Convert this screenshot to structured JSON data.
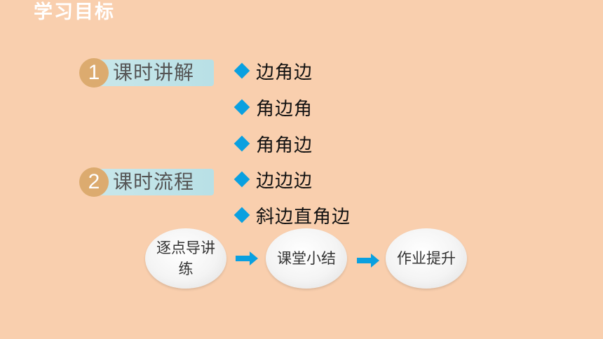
{
  "header": {
    "title": "学习目标"
  },
  "sections": [
    {
      "number": "1",
      "label": "课时讲解"
    },
    {
      "number": "2",
      "label": "课时流程"
    }
  ],
  "bullets": [
    "边角边",
    "角边角",
    "角角边",
    "边边边",
    "斜边直角边"
  ],
  "flow": [
    {
      "label": "逐点导讲练"
    },
    {
      "label": "课堂小结"
    },
    {
      "label": "作业提升"
    }
  ],
  "colors": {
    "background": "#f9cfae",
    "accent_diamond": "#0aa0e0",
    "number_circle": "#dcab6f",
    "arrow": "#0aa0e0"
  }
}
